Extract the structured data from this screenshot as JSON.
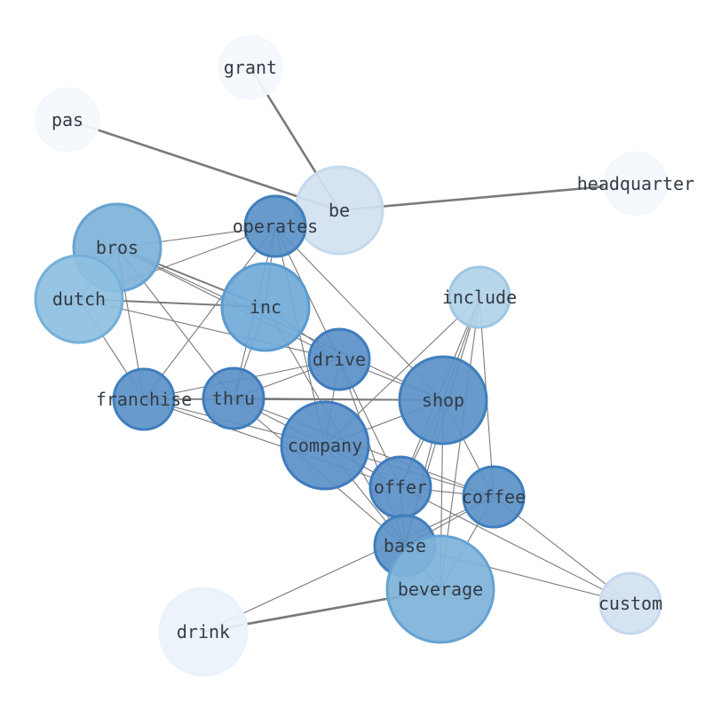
{
  "graph": {
    "nodes": [
      {
        "id": "grant",
        "label": "grant",
        "fill": "#f4f8fd",
        "stroke": "#f4f8fd"
      },
      {
        "id": "pas",
        "label": "pas",
        "fill": "#f4f8fd",
        "stroke": "#f4f8fd"
      },
      {
        "id": "headquarter",
        "label": "headquarter",
        "fill": "#f4f8fd",
        "stroke": "#f4f8fd"
      },
      {
        "id": "be",
        "label": "be",
        "fill": "#d3e1f0",
        "stroke": "#c5d9ee"
      },
      {
        "id": "operates",
        "label": "operates",
        "fill": "#5b92c8",
        "stroke": "#3f7fbc"
      },
      {
        "id": "bros",
        "label": "bros",
        "fill": "#7eb3da",
        "stroke": "#66a3d2"
      },
      {
        "id": "dutch",
        "label": "dutch",
        "fill": "#8dbfe0",
        "stroke": "#76b0d8"
      },
      {
        "id": "inc",
        "label": "inc",
        "fill": "#71aad8",
        "stroke": "#5a9bd0"
      },
      {
        "id": "include",
        "label": "include",
        "fill": "#b2d3e8",
        "stroke": "#9ec6e2"
      },
      {
        "id": "drive",
        "label": "drive",
        "fill": "#5b90c8",
        "stroke": "#3f7bbd"
      },
      {
        "id": "franchise",
        "label": "franchise",
        "fill": "#5b92c8",
        "stroke": "#3f7fbc"
      },
      {
        "id": "thru",
        "label": "thru",
        "fill": "#5b90c8",
        "stroke": "#3f7bbd"
      },
      {
        "id": "shop",
        "label": "shop",
        "fill": "#5b92c8",
        "stroke": "#3f7fbc"
      },
      {
        "id": "company",
        "label": "company",
        "fill": "#5b90c8",
        "stroke": "#3f7bbd"
      },
      {
        "id": "offer",
        "label": "offer",
        "fill": "#5b90c8",
        "stroke": "#3f7bbd"
      },
      {
        "id": "coffee",
        "label": "coffee",
        "fill": "#5b92c8",
        "stroke": "#3f7fbc"
      },
      {
        "id": "base",
        "label": "base",
        "fill": "#5b92c8",
        "stroke": "#3f7fbc"
      },
      {
        "id": "beverage",
        "label": "beverage",
        "fill": "#7eb3da",
        "stroke": "#66a3d2"
      },
      {
        "id": "drink",
        "label": "drink",
        "fill": "#ebf2fb",
        "stroke": "#ebf2fb"
      },
      {
        "id": "custom",
        "label": "custom",
        "fill": "#d3e1f0",
        "stroke": "#c5d9ee"
      }
    ],
    "edges": [
      [
        "grant",
        "be",
        3
      ],
      [
        "pas",
        "be",
        3
      ],
      [
        "be",
        "headquarter",
        3
      ],
      [
        "drink",
        "beverage",
        3
      ],
      [
        "bros",
        "inc",
        2
      ],
      [
        "dutch",
        "inc",
        2
      ],
      [
        "thru",
        "shop",
        2
      ],
      [
        "bros",
        "operates",
        1
      ],
      [
        "dutch",
        "operates",
        1
      ],
      [
        "dutch",
        "bros",
        1
      ],
      [
        "franchise",
        "operates",
        1
      ],
      [
        "thru",
        "operates",
        1
      ],
      [
        "company",
        "operates",
        1
      ],
      [
        "drive",
        "operates",
        1
      ],
      [
        "shop",
        "operates",
        1
      ],
      [
        "inc",
        "operates",
        1
      ],
      [
        "bros",
        "franchise",
        1
      ],
      [
        "bros",
        "thru",
        1
      ],
      [
        "bros",
        "drive",
        1
      ],
      [
        "bros",
        "shop",
        1
      ],
      [
        "dutch",
        "franchise",
        1
      ],
      [
        "dutch",
        "drive",
        1
      ],
      [
        "inc",
        "thru",
        1
      ],
      [
        "inc",
        "drive",
        1
      ],
      [
        "inc",
        "base",
        1
      ],
      [
        "franchise",
        "drive",
        1
      ],
      [
        "franchise",
        "shop",
        1
      ],
      [
        "franchise",
        "company",
        1
      ],
      [
        "franchise",
        "offer",
        1
      ],
      [
        "franchise",
        "thru",
        1
      ],
      [
        "thru",
        "drive",
        1
      ],
      [
        "thru",
        "company",
        1
      ],
      [
        "thru",
        "coffee",
        1
      ],
      [
        "thru",
        "base",
        1
      ],
      [
        "drive",
        "shop",
        1
      ],
      [
        "drive",
        "offer",
        1
      ],
      [
        "drive",
        "base",
        1
      ],
      [
        "company",
        "drive",
        1
      ],
      [
        "company",
        "shop",
        1
      ],
      [
        "company",
        "offer",
        1
      ],
      [
        "company",
        "coffee",
        1
      ],
      [
        "company",
        "beverage",
        1
      ],
      [
        "company",
        "include",
        1
      ],
      [
        "include",
        "shop",
        1
      ],
      [
        "include",
        "offer",
        1
      ],
      [
        "include",
        "coffee",
        1
      ],
      [
        "include",
        "base",
        1
      ],
      [
        "include",
        "beverage",
        1
      ],
      [
        "shop",
        "offer",
        1
      ],
      [
        "shop",
        "coffee",
        1
      ],
      [
        "shop",
        "base",
        1
      ],
      [
        "shop",
        "beverage",
        1
      ],
      [
        "offer",
        "coffee",
        1
      ],
      [
        "offer",
        "base",
        1
      ],
      [
        "coffee",
        "base",
        1
      ],
      [
        "coffee",
        "beverage",
        1
      ],
      [
        "coffee",
        "custom",
        1
      ],
      [
        "base",
        "custom",
        1
      ],
      [
        "offer",
        "custom",
        1
      ],
      [
        "drink",
        "coffee",
        1
      ],
      [
        "base",
        "beverage",
        1
      ]
    ]
  }
}
